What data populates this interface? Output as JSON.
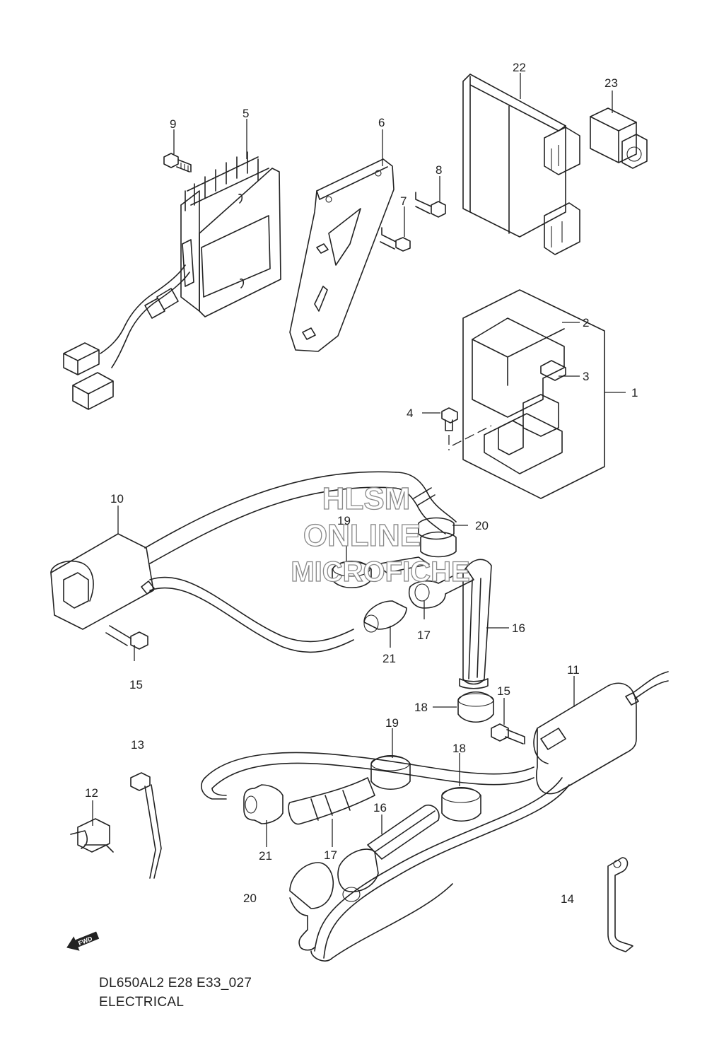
{
  "watermark": {
    "line1": "HLSM",
    "line2": "ONLINE",
    "line3": "MICROFICHE"
  },
  "callouts": [
    "1",
    "2",
    "3",
    "4",
    "5",
    "6",
    "7",
    "8",
    "9",
    "10",
    "11",
    "12",
    "13",
    "14",
    "15",
    "15",
    "16",
    "16",
    "17",
    "17",
    "18",
    "18",
    "19",
    "19",
    "20",
    "20",
    "21",
    "21",
    "22",
    "23"
  ],
  "direction_marker": "FWD",
  "caption": {
    "model_code": "DL650AL2 E28 E33_027",
    "title": "ELECTRICAL"
  }
}
